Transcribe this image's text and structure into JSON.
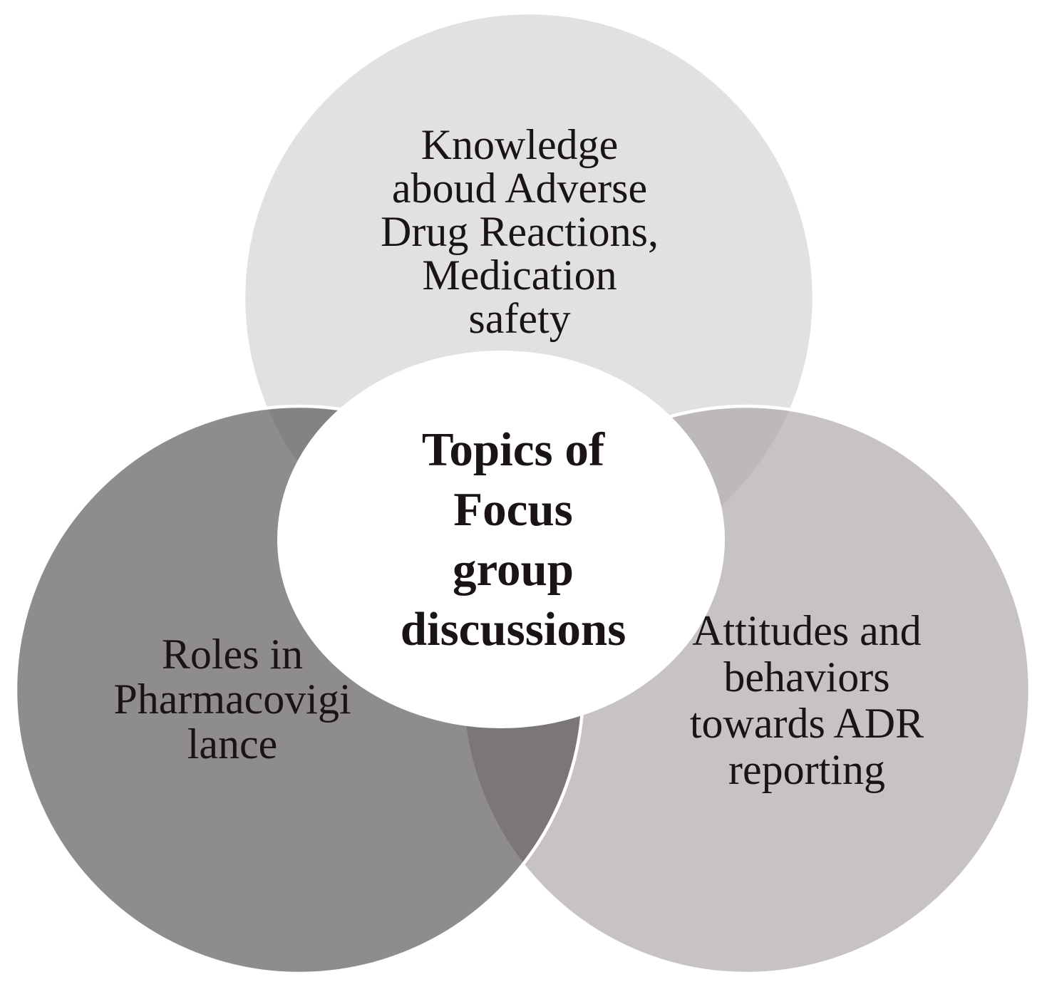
{
  "diagram": {
    "type": "venn-3-circles",
    "center": {
      "lines": [
        "Topics of",
        "Focus",
        "group",
        "discussions"
      ],
      "fill": "#ffffff"
    },
    "top_circle": {
      "lines": [
        "Knowledge",
        "aboud Adverse",
        "Drug Reactions,",
        "Medication",
        "safety"
      ],
      "base_fill": "#d2d1d1",
      "rendered_color": "#e2e1e1"
    },
    "left_circle": {
      "lines": [
        "Roles in",
        "Pharmacovigi",
        "lance"
      ],
      "base_fill": "#534e4e",
      "rendered_color": "#8f8b8b"
    },
    "right_circle": {
      "lines": [
        "Attitudes and",
        "behaviors",
        "towards ADR",
        "reporting"
      ],
      "base_fill": "#a9a3a3",
      "rendered_color": "#c7c3c3"
    },
    "overlap_colors": {
      "top_left": "#858181",
      "top_right": "#bdb9b9",
      "left_right": "#7c7777"
    },
    "stroke_color": "#ffffff",
    "text_color": "#1b1414",
    "background_color": "#ffffff"
  }
}
